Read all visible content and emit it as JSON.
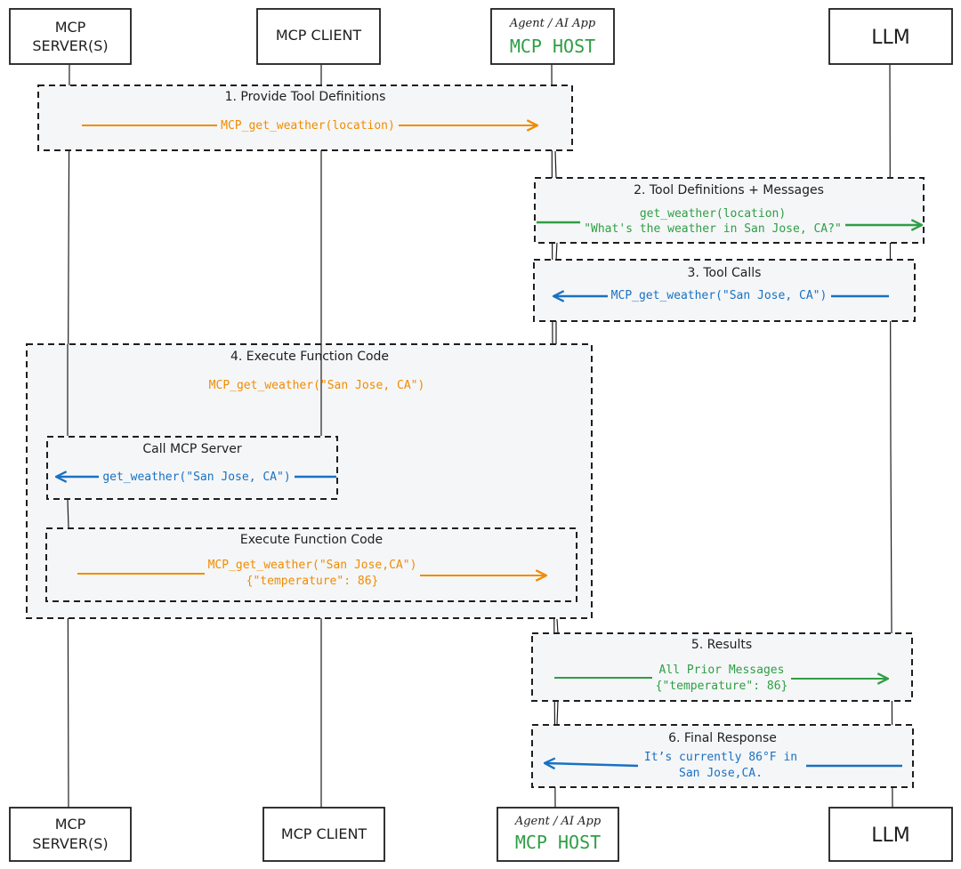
{
  "colors": {
    "orange": "#f08c00",
    "green": "#2f9e44",
    "blue": "#1971c2",
    "frame_fill": "#f5f6f8",
    "ink": "#1e1e1e"
  },
  "actors": {
    "server": {
      "line1": "MCP",
      "line2": "SERVER(S)"
    },
    "client": {
      "label": "MCP CLIENT"
    },
    "host": {
      "sub": "Agent / AI App",
      "main": "MCP HOST"
    },
    "llm": {
      "label": "LLM"
    }
  },
  "steps": {
    "s1": {
      "title": "1. Provide Tool Definitions",
      "msg": "MCP_get_weather(location)"
    },
    "s2": {
      "title": "2. Tool Definitions + Messages",
      "line1": "get_weather(location)",
      "line2": "\"What's the weather in San Jose, CA?\""
    },
    "s3": {
      "title": "3. Tool Calls",
      "msg": "MCP_get_weather(\"San Jose, CA\")"
    },
    "s4": {
      "title": "4. Execute Function Code",
      "msg": "MCP_get_weather(\"San Jose, CA\")",
      "call": {
        "title": "Call MCP Server",
        "msg": "get_weather(\"San Jose, CA\")"
      },
      "exec": {
        "title": "Execute Function Code",
        "line1": "MCP_get_weather(\"San Jose,CA\")",
        "line2": "{\"temperature\": 86}"
      }
    },
    "s5": {
      "title": "5. Results",
      "line1": "All Prior Messages",
      "line2": "{\"temperature\": 86}"
    },
    "s6": {
      "title": "6. Final Response",
      "line1": "It’s currently 86°F in",
      "line2": "San Jose,CA."
    }
  }
}
